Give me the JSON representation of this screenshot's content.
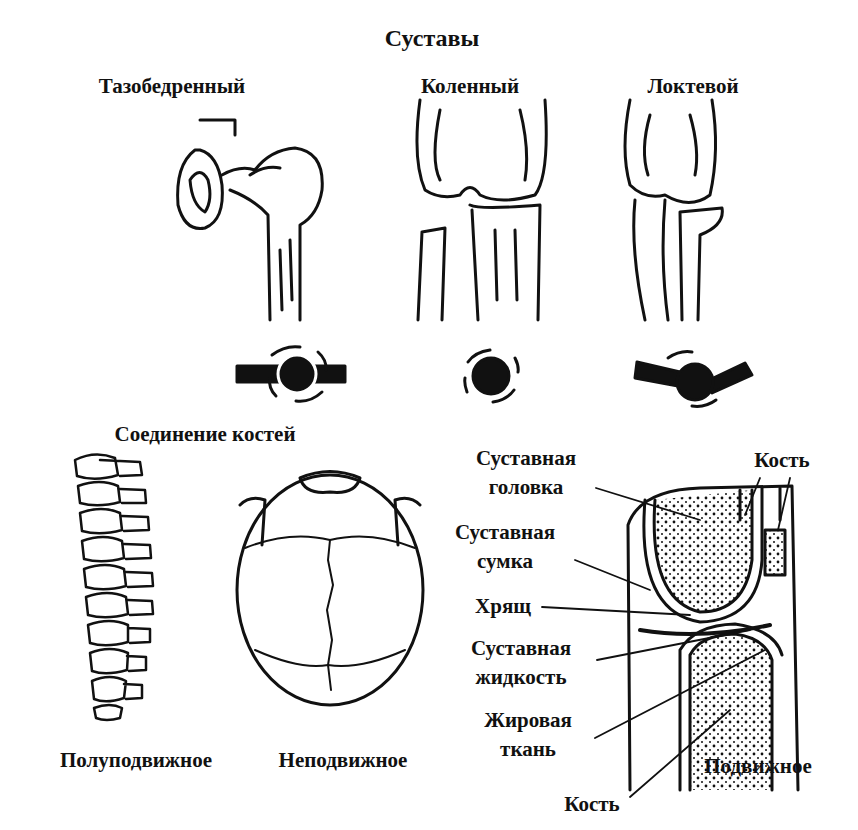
{
  "diagram": {
    "title": "Суставы",
    "labels": [
      "Тазобедренный",
      "Коленный",
      "Локтевой",
      "Соединение костей",
      "Полуподвижное",
      "Неподвижное",
      "Суставная головка",
      "Кость",
      "Суставная сумка",
      "Хрящ",
      "Суставная жидкость",
      "Жировая ткань",
      "Подвижное",
      "Кость"
    ]
  }
}
